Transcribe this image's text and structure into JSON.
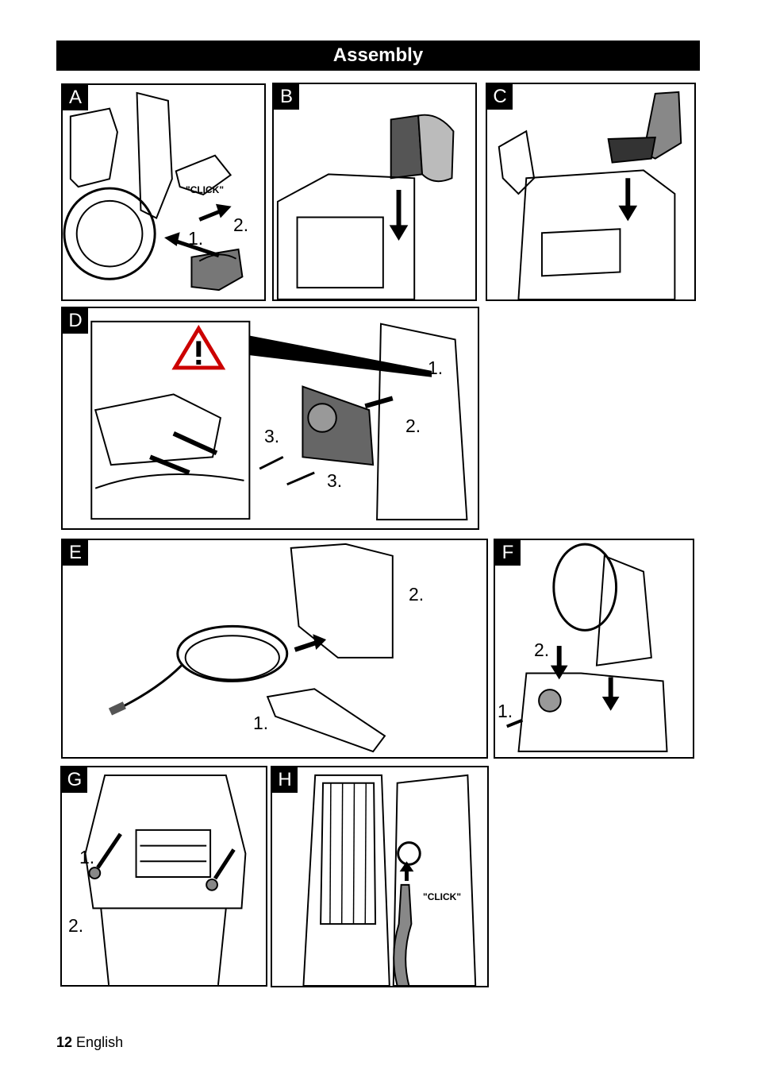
{
  "header": {
    "title": "Assembly"
  },
  "panels": {
    "A": {
      "letter": "A",
      "steps": [
        "1.",
        "2."
      ],
      "click": "\"CLICK\""
    },
    "B": {
      "letter": "B"
    },
    "C": {
      "letter": "C"
    },
    "D": {
      "letter": "D",
      "steps": [
        "1.",
        "2.",
        "3.",
        "3."
      ]
    },
    "E": {
      "letter": "E",
      "steps": [
        "1.",
        "2."
      ]
    },
    "F": {
      "letter": "F",
      "steps": [
        "1.",
        "2."
      ]
    },
    "G": {
      "letter": "G",
      "steps": [
        "1.",
        "2."
      ]
    },
    "H": {
      "letter": "H",
      "click": "\"CLICK\""
    }
  },
  "footer": {
    "page_number": "12",
    "language": "English"
  }
}
